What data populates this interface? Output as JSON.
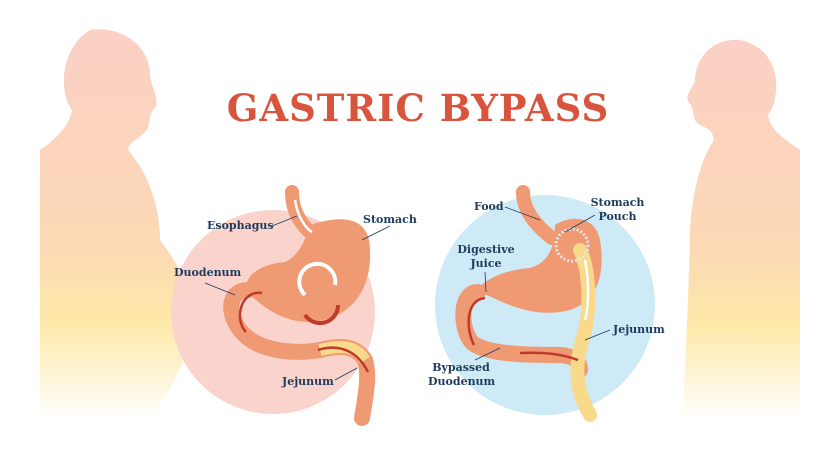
{
  "title": "GASTRIC BYPASS",
  "before": {
    "labels": {
      "esophagus": "Esophagus",
      "stomach": "Stomach",
      "duodenum": "Duodenum",
      "jejunum": "Jejunum"
    }
  },
  "after": {
    "labels": {
      "food": "Food",
      "stomach_pouch_1": "Stomach",
      "stomach_pouch_2": "Pouch",
      "digestive_juice_1": "Digestive",
      "digestive_juice_2": "Juice",
      "jejunum": "Jejunum",
      "bypassed_duodenum_1": "Bypassed",
      "bypassed_duodenum_2": "Duodenum"
    }
  },
  "colors": {
    "title": "#d9543c",
    "label": "#1d3c5c",
    "before_circle": "#fad3cc",
    "after_circle": "#cdeaf6",
    "organ": "#ef9a72",
    "arrow_red": "#c0392b",
    "jejunum_yellow": "#f9d98a"
  }
}
